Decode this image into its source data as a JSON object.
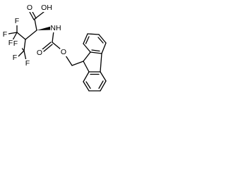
{
  "molecule": {
    "atoms": {
      "O_carbonyl_acid": "O",
      "OH_acid": "OH",
      "NH_amide": "NH",
      "O_carbamate_carbonyl": "O",
      "O_carbamate_ester": "O",
      "F1": "F",
      "F2": "F",
      "F3": "F",
      "F4": "F",
      "F5": "F",
      "F6": "F"
    }
  },
  "colors": {
    "bond": "#000000",
    "label": "#000000",
    "background": "#ffffff"
  }
}
